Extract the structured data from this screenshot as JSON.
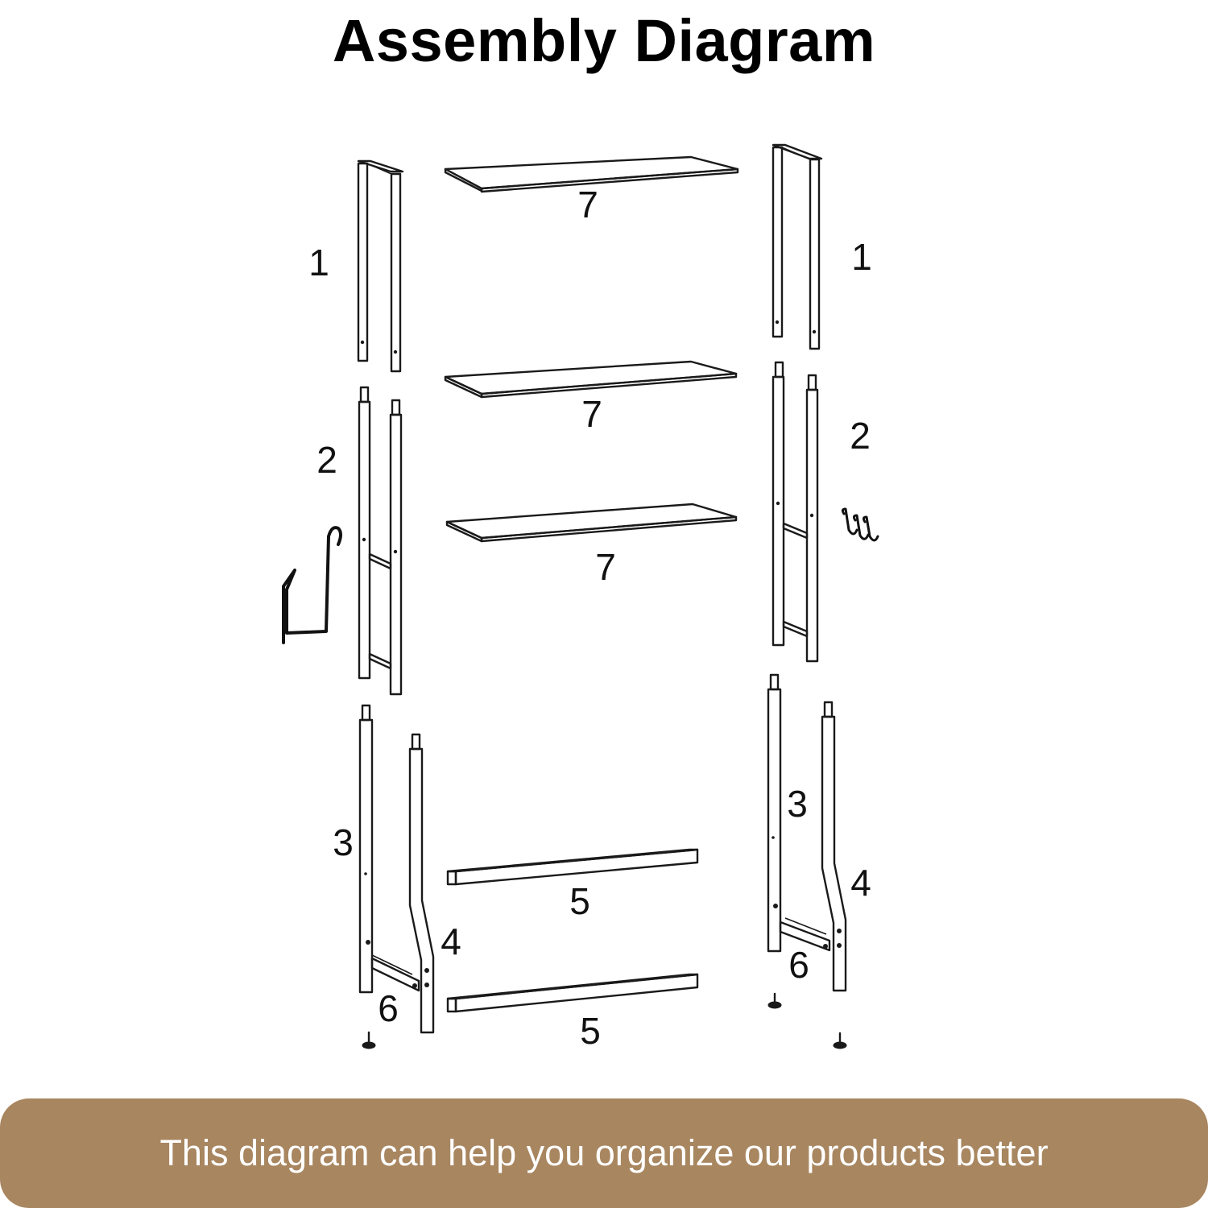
{
  "title": "Assembly Diagram",
  "footer": {
    "text": "This diagram can help you organize our products better"
  },
  "labels": {
    "top_frame": "1",
    "middle_frame": "2",
    "upright_post": "3",
    "angled_leg": "4",
    "cross_bar": "5",
    "foot_brace": "6",
    "shelf": "7"
  },
  "colors": {
    "banner": "#a88660",
    "ink": "#1a1a1a"
  }
}
